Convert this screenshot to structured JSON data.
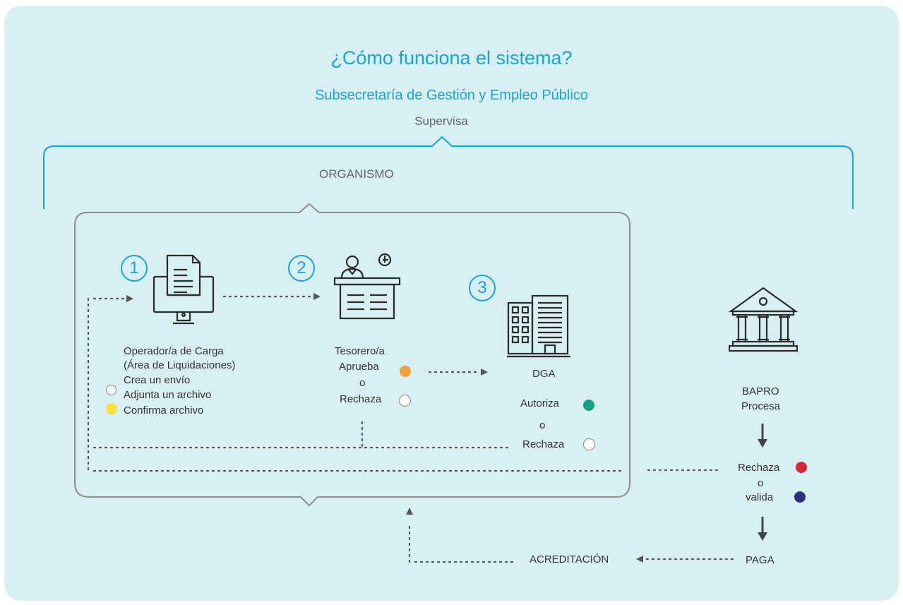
{
  "header": {
    "title": "¿Cómo funciona el sistema?",
    "subtitle": "Subsecretaría de Gestión y Empleo Público",
    "supervisa": "Supervisa"
  },
  "organismo_label": "ORGANISMO",
  "steps": [
    {
      "number": "1",
      "role_line1": "Operador/a de Carga",
      "role_line2": "(Área de Liquidaciones)",
      "action1": "Crea un envío",
      "action2": "Adjunta un archivo",
      "action3": "Confirma archivo"
    },
    {
      "number": "2",
      "role": "Tesorero/a",
      "approve": "Aprueba",
      "or": "o",
      "reject": "Rechaza"
    },
    {
      "number": "3",
      "role": "DGA",
      "authorize": "Autoriza",
      "or": "o",
      "reject": "Rechaza"
    }
  ],
  "bapro": {
    "name": "BAPRO",
    "action": "Procesa",
    "reject": "Rechaza",
    "or": "o",
    "validate": "valida",
    "pay": "PAGA"
  },
  "acreditacion": "ACREDITACIÓN",
  "colors": {
    "accent_blue": "#1aa3d6",
    "background": "#d8eff4",
    "yellow": "#f7e13b",
    "orange": "#f2a13a",
    "green": "#14a082",
    "red": "#d7263d",
    "navy": "#2e2f86",
    "white": "#ffffff"
  },
  "icons": [
    "document-computer-icon",
    "desk-clerk-icon",
    "office-building-icon",
    "bank-building-icon"
  ]
}
